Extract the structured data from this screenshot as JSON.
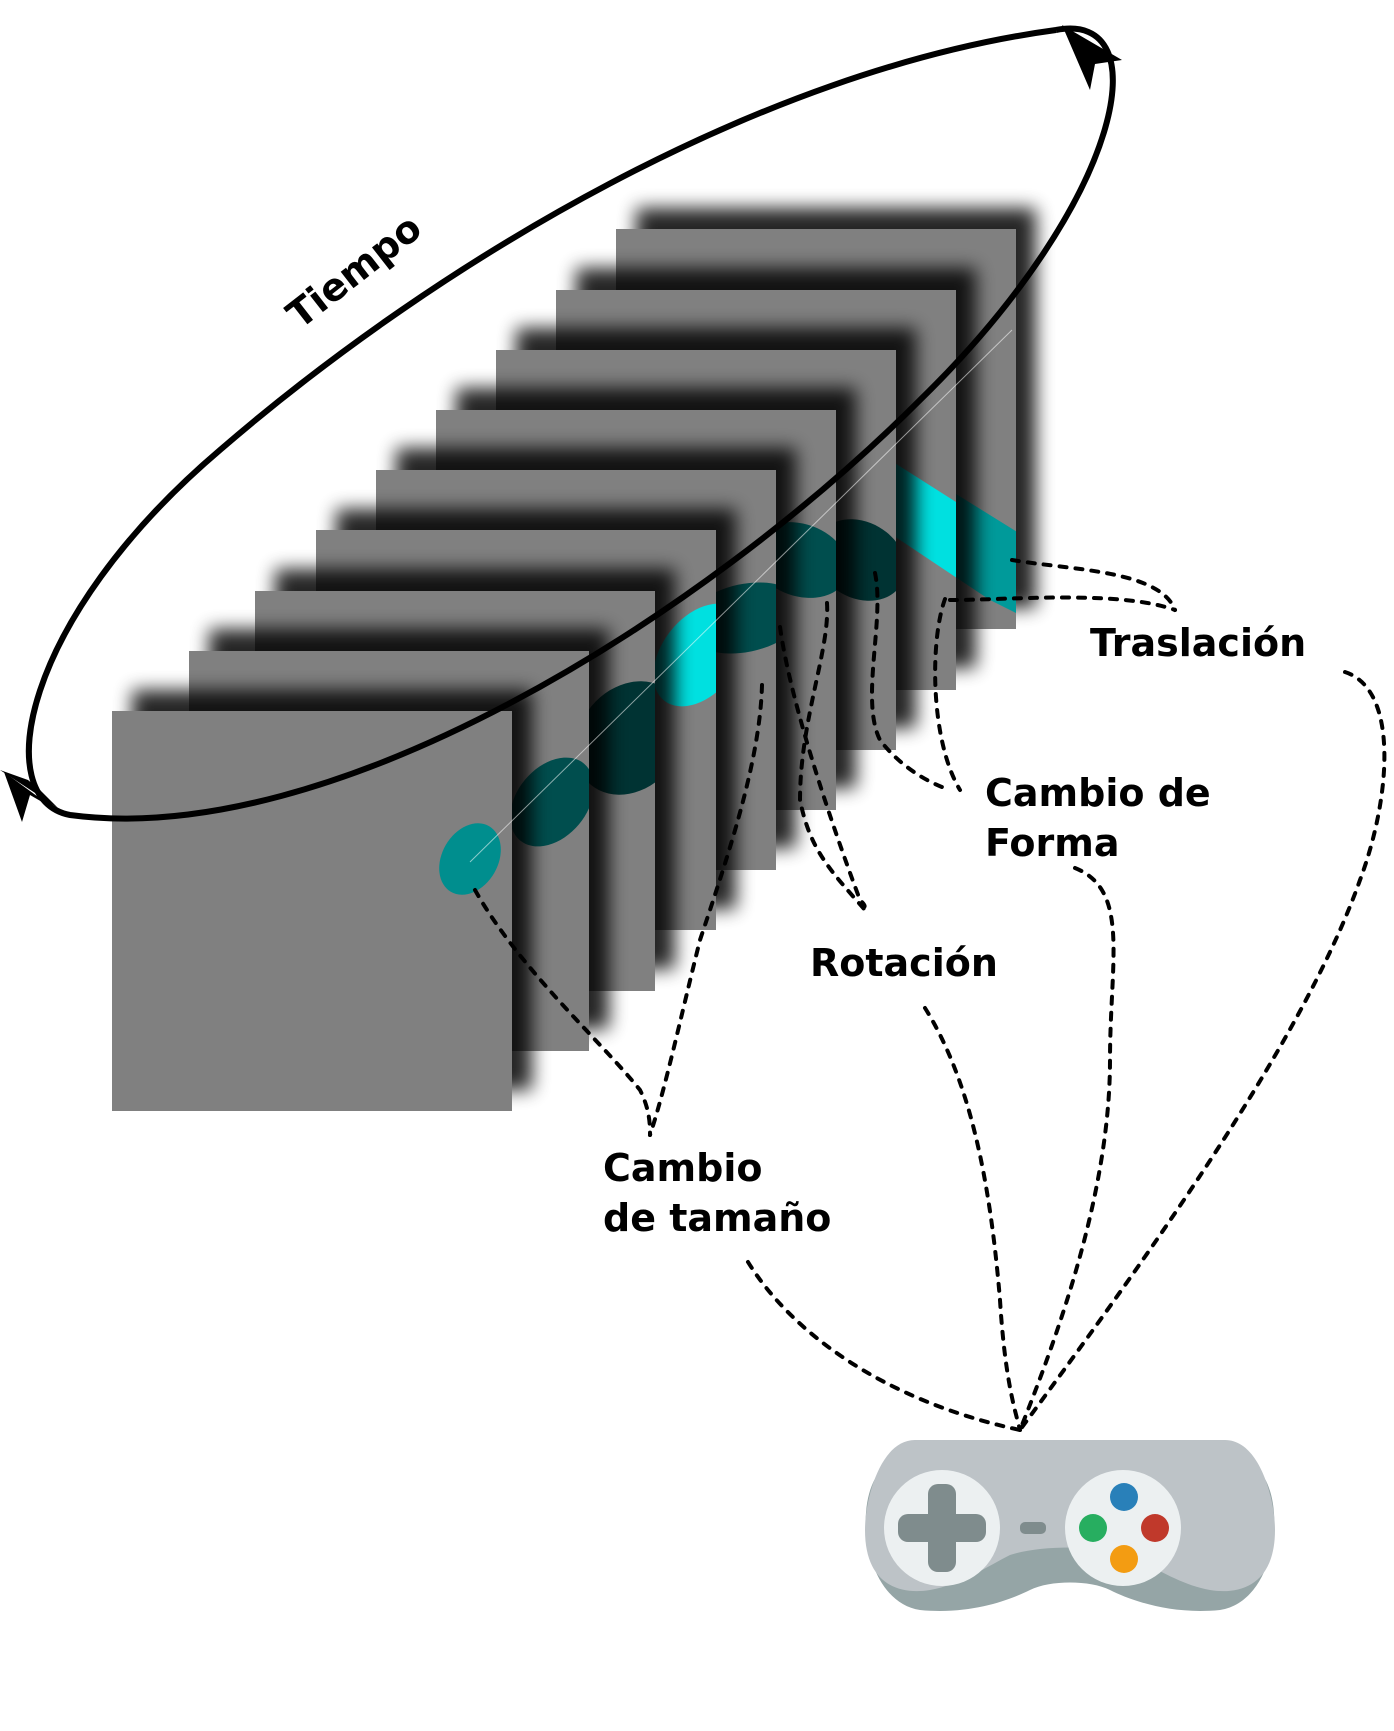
{
  "title": "",
  "time_axis": {
    "label": "Tiempo"
  },
  "frames": {
    "count": 9,
    "color": "#808080",
    "shadow_color": "#000000"
  },
  "shape": {
    "colors": {
      "teal": "#008e8e",
      "dark_teal": "#004e4e",
      "darker_teal": "#003333",
      "cyan": "#00e0e0",
      "teal_band": "#009a9a"
    }
  },
  "labels": {
    "traslacion": "Traslación",
    "cambio_forma_1": "Cambio de",
    "cambio_forma_2": "Forma",
    "rotacion": "Rotación",
    "cambio_tamano_1": "Cambio",
    "cambio_tamano_2": "de tamaño"
  },
  "controller": {
    "icon": "gamepad-icon",
    "body_color": "#bdc3c7",
    "dark_color": "#95a5a6",
    "inner_color": "#ecf0f1",
    "dpad_color": "#7f8c8d",
    "buttons": {
      "top": "#2980b9",
      "left": "#27ae60",
      "right": "#c0392b",
      "bottom": "#f39c12"
    }
  }
}
